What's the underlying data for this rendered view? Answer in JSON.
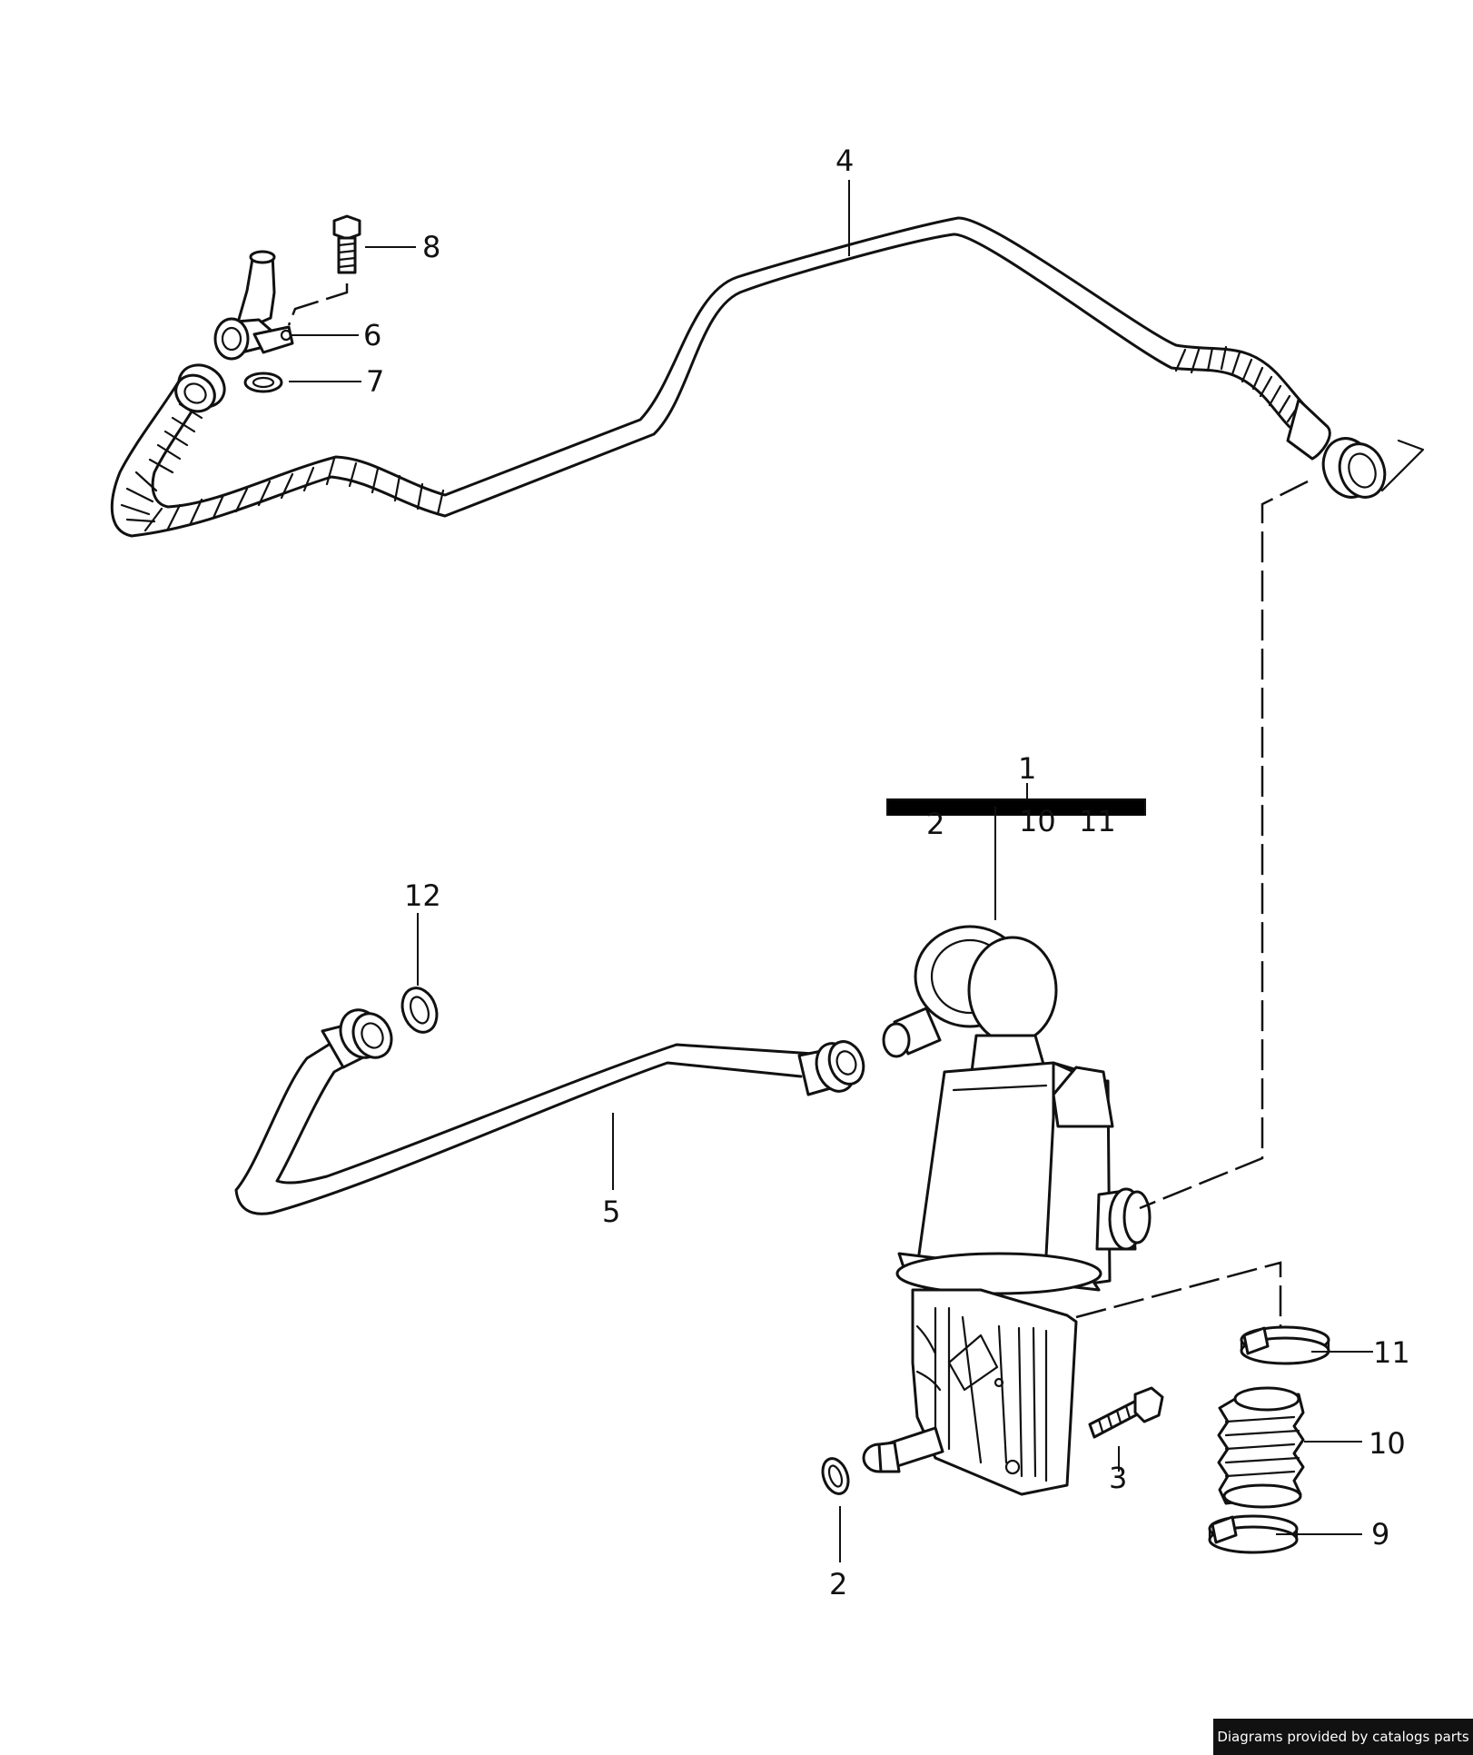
{
  "labels": {
    "l1": "1",
    "l2_bracket": "2",
    "l10_bracket": "10",
    "l11_bracket": "11",
    "l2": "2",
    "l3": "3",
    "l4": "4",
    "l5": "5",
    "l6": "6",
    "l7": "7",
    "l8": "8",
    "l9": "9",
    "l10": "10",
    "l11": "11",
    "l12": "12"
  },
  "footer": {
    "credit": "Diagrams provided by catalogs parts"
  },
  "colors": {
    "line": "#111111",
    "background": "#ffffff",
    "credit_bg": "#111111",
    "credit_text": "#ffffff"
  }
}
